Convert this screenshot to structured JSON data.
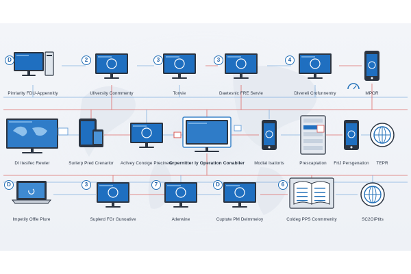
{
  "nodes": [
    {
      "id": "n1",
      "badge": "D",
      "label": "Pinrlarity FDU-Appennitly",
      "icon": "desktop-monitor-icon"
    },
    {
      "id": "n2",
      "badge": "2",
      "label": "Ullversity Conmmenty",
      "icon": "monitor-icon"
    },
    {
      "id": "n3",
      "badge": "3",
      "label": "Tonvie",
      "icon": "monitor-icon"
    },
    {
      "id": "n4",
      "badge": "3",
      "label": "Daetesnic FRE Servie",
      "icon": "monitor-icon"
    },
    {
      "id": "n5",
      "badge": "4",
      "label": "Dlvereli Crofunnentry",
      "icon": "monitor-icon"
    },
    {
      "id": "n6",
      "badge": "",
      "label": "MPOR",
      "icon": "phone-icon"
    },
    {
      "id": "n7",
      "badge": "",
      "label": "DI Iteslfec Rewler",
      "icon": "wide-monitor-icon"
    },
    {
      "id": "n8",
      "badge": "",
      "label": "Surlerp Pred Crenarlor",
      "icon": "tablet-icon"
    },
    {
      "id": "n9",
      "badge": "",
      "label": "Acllvey Conoige Precinere",
      "icon": "monitor-icon"
    },
    {
      "id": "n10",
      "badge": "",
      "label": "Crpernitter ly Operation Conabiler",
      "icon": "central-monitor-icon"
    },
    {
      "id": "n11",
      "badge": "",
      "label": "Modial lsatiorts",
      "icon": "phone-icon"
    },
    {
      "id": "n12",
      "badge": "",
      "label": "Prescapiation",
      "icon": "server-icon"
    },
    {
      "id": "n13",
      "badge": "",
      "label": "FrtJ Persgenation",
      "icon": "phone-icon"
    },
    {
      "id": "n14",
      "badge": "",
      "label": "TEPR",
      "icon": "globe-icon"
    },
    {
      "id": "n15",
      "badge": "D",
      "label": "Impetily Offle Plure",
      "icon": "laptop-icon"
    },
    {
      "id": "n16",
      "badge": "3",
      "label": "Suplerd FGr Gunoative",
      "icon": "monitor-icon"
    },
    {
      "id": "n17",
      "badge": "7",
      "label": "Atlerwine",
      "icon": "monitor-icon"
    },
    {
      "id": "n18",
      "badge": "D",
      "label": "Cuptute PM Delmmeloy",
      "icon": "monitor-icon"
    },
    {
      "id": "n19",
      "badge": "6",
      "label": "Coldeg PPS Conmmenity",
      "icon": "book-icon"
    },
    {
      "id": "n20",
      "badge": "",
      "label": "SC2OiPtits",
      "icon": "globe-icon"
    }
  ],
  "colors": {
    "accent": "#2270b8",
    "screen": "#1f6fc0",
    "frame": "#2b3441",
    "wire_blue": "#6fa3d8",
    "wire_red": "#d9534f",
    "background": "#f1f4f8"
  }
}
